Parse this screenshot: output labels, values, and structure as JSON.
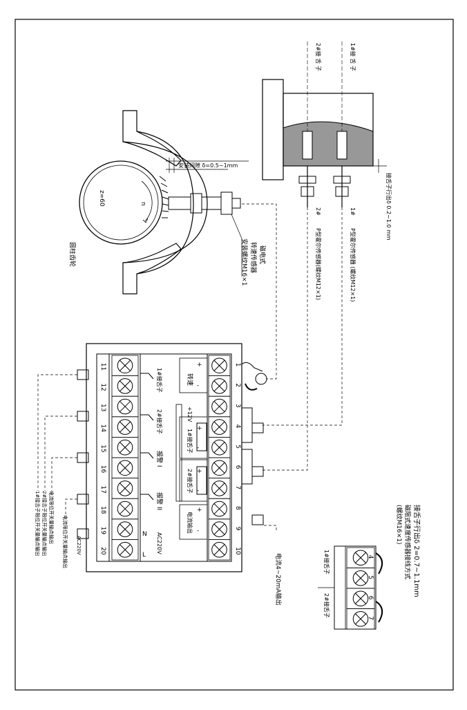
{
  "labels": {
    "gear_name": "圆柱齿轮",
    "gear_z": "z=60",
    "gear_n": "n",
    "gap_note": "安装间隙 δ=0.5~1mm",
    "sensor_title": "磁电式",
    "sensor_line2": "转速传感器",
    "sensor_line3": "安装螺纹M16×1",
    "probe2_top": "2#接 舌 子",
    "probe1_top": "1#接 舌 子",
    "probe_gap": "接舌子行出δ 0.2~1.0 mm",
    "probe2_mark": "2#",
    "probe1_mark": "1#",
    "probe2_desc": "P型霍尔传感器(螺纹M12×1)",
    "probe1_desc": "P型霍尔传感器 (螺纹M12×1)",
    "speed": "转速",
    "plus12v": "+12V",
    "plus": "+",
    "minus": "-",
    "term1_label": "1#接舌子",
    "term2_label": "2#接舌子",
    "alarm1": "报警 I",
    "alarm2": "报警 II",
    "current_out": "电流输出",
    "ac220v": "AC220V",
    "n_label": "N",
    "l_label": "L",
    "current_420": "电流4~20mA输出",
    "relay1": "1#接舌子限位开关量输点输出",
    "relay2": "2#接舌子限位开关量输点输出",
    "relay3": "电流限位开关量输点输出",
    "relay4": "电流限位开关量输点输出",
    "ac220v_bottom": "AC220V",
    "inset_title": "接舌子行出δ 2=0.7~1.1mm",
    "inset_line2": "磁阻式速度传感器接线方式",
    "inset_line3": "(螺纹M16×1)",
    "inset_t1": "1#接舌子",
    "inset_t2": "2#接舌子"
  },
  "terminals_right": [
    "1",
    "2",
    "3",
    "4",
    "5",
    "6",
    "7",
    "8",
    "9",
    "10"
  ],
  "terminals_left": [
    "11",
    "12",
    "13",
    "14",
    "15",
    "16",
    "17",
    "18",
    "19",
    "20"
  ],
  "inset_terminals": [
    "4",
    "5",
    "6",
    "7"
  ]
}
